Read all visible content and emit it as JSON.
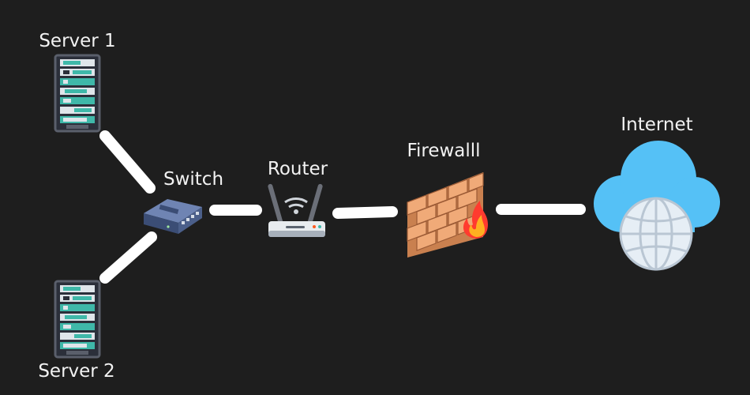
{
  "nodes": {
    "server1": {
      "label": "Server 1"
    },
    "server2": {
      "label": "Server 2"
    },
    "switch": {
      "label": "Switch"
    },
    "router": {
      "label": "Router"
    },
    "firewall": {
      "label": "Firewalll"
    },
    "internet": {
      "label": "Internet"
    }
  },
  "colors": {
    "background": "#1e1e1e",
    "link": "#ffffff",
    "label": "#f2f2f2",
    "server_body": "#2b2f3a",
    "server_accent": "#3fb8a9",
    "switch_body": "#4b5f8a",
    "router_body": "#e8ecef",
    "brick": "#d98f5c",
    "flame": "#ff5a1f",
    "cloud": "#55c1f6",
    "globe": "#e6eef5"
  },
  "icons": {
    "server": "server-rack-icon",
    "switch": "network-switch-icon",
    "router": "wifi-router-icon",
    "firewall": "brick-wall-fire-icon",
    "internet": "cloud-globe-icon"
  }
}
